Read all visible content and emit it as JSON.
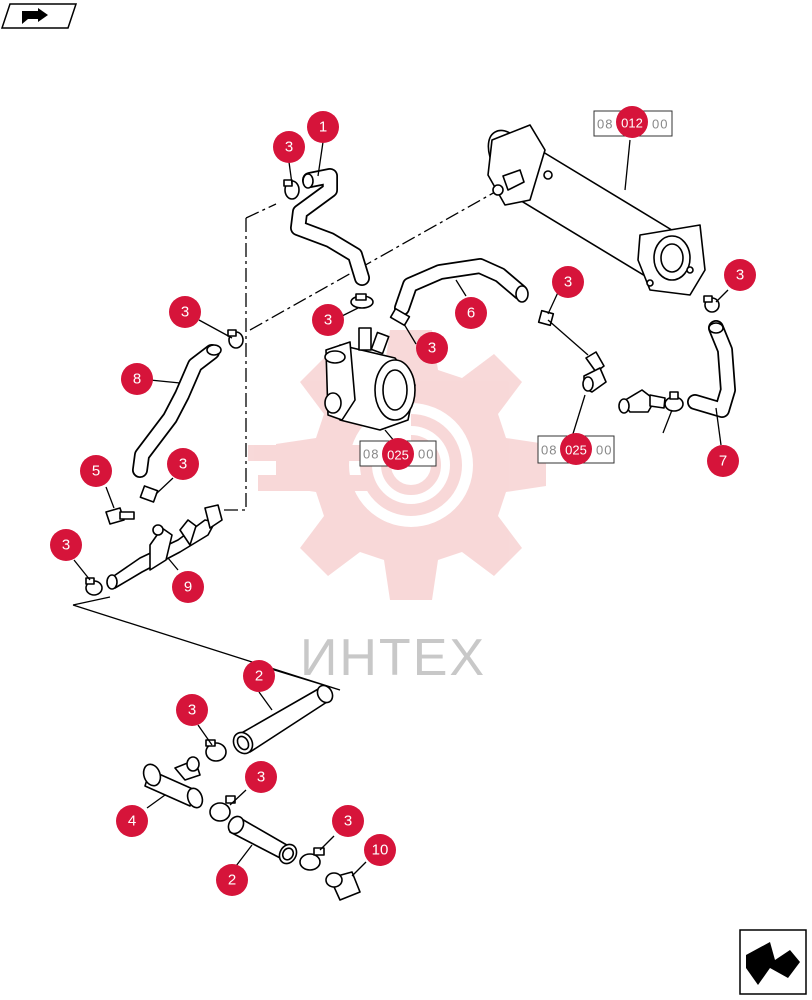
{
  "nav": {
    "back_icon": "arrow-pointing-hand-icon",
    "forward_icon": "next-page-arrow-icon"
  },
  "watermark": {
    "text": "ИНТЕХ",
    "color": "#f3b9b9"
  },
  "colors": {
    "callout": "#d6143a",
    "line": "#000000"
  },
  "references": [
    {
      "label": "08",
      "number": "012",
      "suffix": "00"
    },
    {
      "label": "08",
      "number": "025",
      "suffix": "00"
    },
    {
      "label": "08",
      "number": "025",
      "suffix": "00"
    }
  ],
  "callouts": [
    "1",
    "3",
    "3",
    "3",
    "3",
    "6",
    "3",
    "3",
    "7",
    "8",
    "3",
    "5",
    "3",
    "9",
    "2",
    "3",
    "3",
    "4",
    "3",
    "2",
    "10"
  ]
}
